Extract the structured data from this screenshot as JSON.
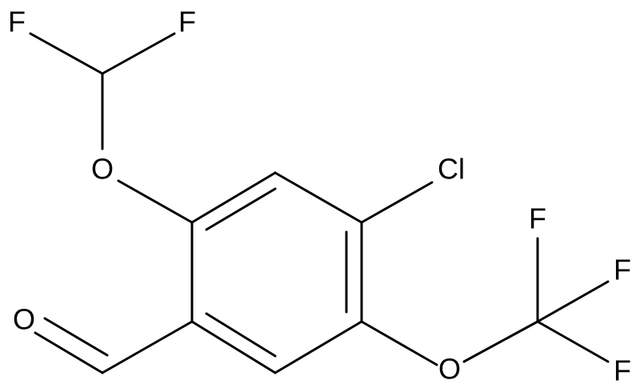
{
  "molecule": {
    "atoms": {
      "f_top_left": "F",
      "f_top_right": "F",
      "o_difluoromethoxy": "O",
      "cl": "Cl",
      "o_aldehyde": "O",
      "f_cf3_top": "F",
      "f_cf3_right": "F",
      "f_cf3_bottom": "F",
      "o_trifluoromethoxy": "O"
    },
    "colors": {
      "bond": "#000000",
      "label": "#000000",
      "background": "#ffffff"
    }
  }
}
